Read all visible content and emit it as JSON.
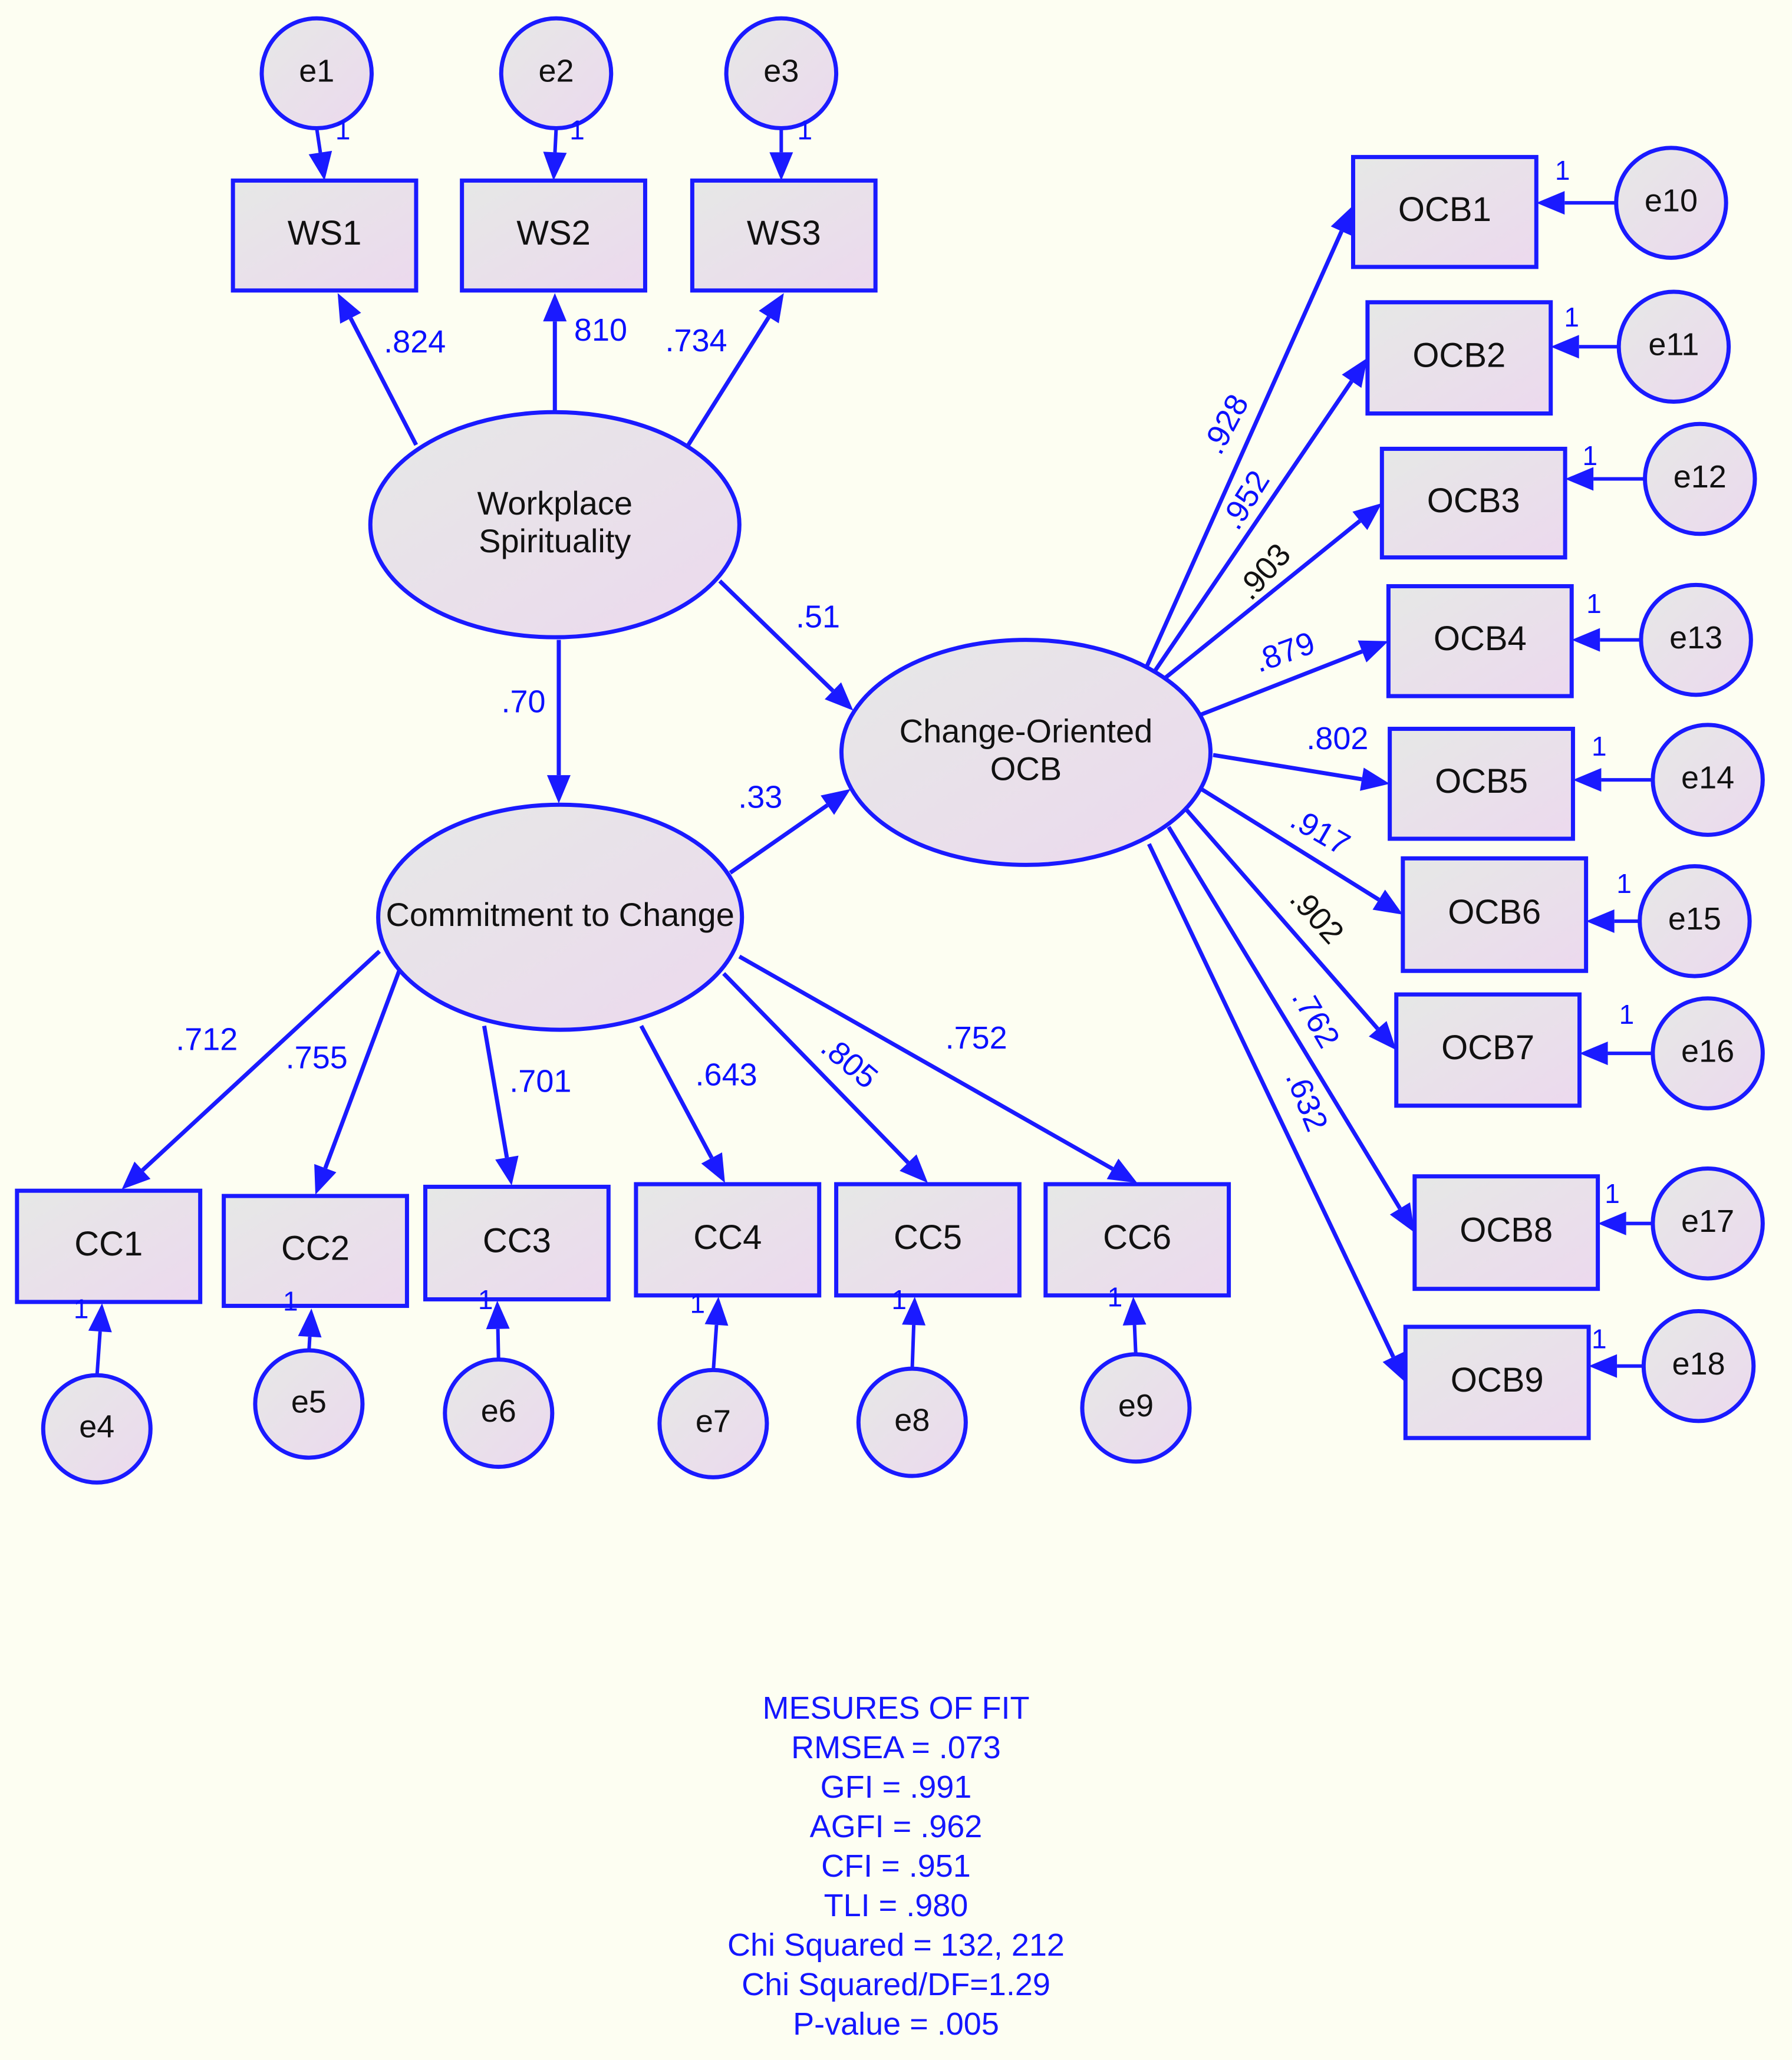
{
  "colors": {
    "background": "#fdfef2",
    "stroke": "#1a1aff",
    "node_fill_left": "#e6e8e6",
    "node_fill_right": "#ecd9ee",
    "coefficient_text": "#1416ff"
  },
  "latent_variables": [
    {
      "id": "workplace-spirituality",
      "label": "Workplace\nSpirituality"
    },
    {
      "id": "commitment-to-change",
      "label": "Commitment to Change"
    },
    {
      "id": "change-oriented-ocb",
      "label": "Change-Oriented\nOCB"
    }
  ],
  "indicators": {
    "ws": [
      "WS1",
      "WS2",
      "WS3"
    ],
    "cc": [
      "CC1",
      "CC2",
      "CC3",
      "CC4",
      "CC5",
      "CC6"
    ],
    "ocb": [
      "OCB1",
      "OCB2",
      "OCB3",
      "OCB4",
      "OCB5",
      "OCB6",
      "OCB7",
      "OCB8",
      "OCB9"
    ]
  },
  "error_terms": [
    "e1",
    "e2",
    "e3",
    "e4",
    "e5",
    "e6",
    "e7",
    "e8",
    "e9",
    "e10",
    "e11",
    "e12",
    "e13",
    "e14",
    "e15",
    "e16",
    "e17",
    "e18"
  ],
  "error_loading_label": "1",
  "structural_paths": [
    {
      "from": "Workplace Spirituality",
      "to": "Change-Oriented OCB",
      "label": ".51"
    },
    {
      "from": "Workplace Spirituality",
      "to": "Commitment to Change",
      "label": ".70"
    },
    {
      "from": "Commitment to Change",
      "to": "Change-Oriented OCB",
      "label": ".33"
    }
  ],
  "loadings": {
    "ws": [
      ".824",
      "810",
      ".734"
    ],
    "cc": [
      ".712",
      ".755",
      ".701",
      ".643",
      ".805",
      ".752"
    ],
    "ocb": [
      ".928",
      ".952",
      ".903",
      ".879",
      ".802",
      ".917",
      ".902",
      ".762",
      ".632"
    ]
  },
  "fit_measures": [
    "MESURES OF FIT",
    "RMSEA = .073",
    "GFI = .991",
    "AGFI = .962",
    "CFI =  .951",
    "TLI = .980",
    "Chi Squared = 132, 212",
    "Chi Squared/DF=1.29",
    "P-value = .005"
  ]
}
